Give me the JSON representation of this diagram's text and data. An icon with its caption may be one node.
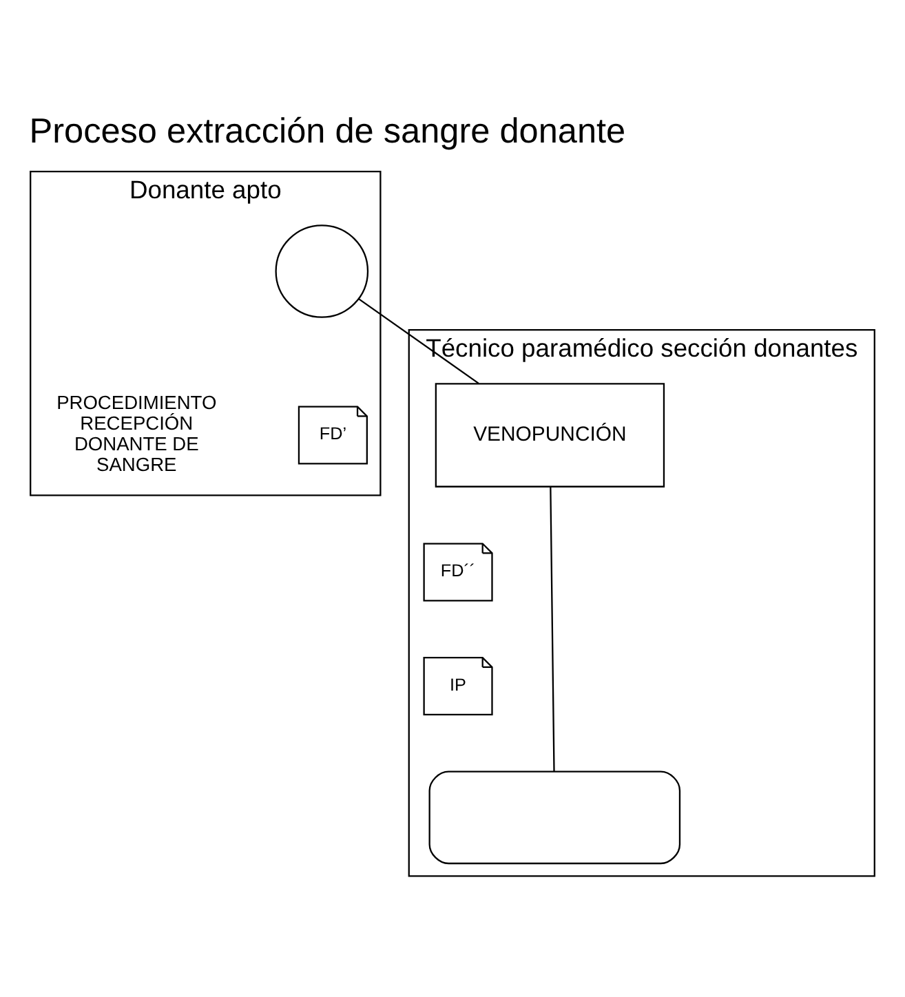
{
  "diagram": {
    "title": "Proceso extracción de sangre donante",
    "nodes": [
      {
        "text": [
          "Donante apto"
        ]
      },
      {
        "text": [
          "Técnico paramédico sección donantes"
        ]
      },
      {
        "text": [],
        "shape": "circle",
        "in": 0
      },
      {
        "text": [
          "FD’"
        ],
        "in": 0
      },
      {
        "text": [
          "VENOPUNCIÓN"
        ],
        "in": 1
      },
      {
        "text": [
          "FD´´"
        ],
        "in": 1
      },
      {
        "text": [
          "IP"
        ],
        "in": 1
      },
      {
        "text": [],
        "shape": "oval",
        "in": 1
      }
    ],
    "edges": [
      {
        "from": 2,
        "to": 4,
        "arrow": "none"
      },
      {
        "from": 4,
        "to": 7,
        "arrow": "none"
      }
    ],
    "labels": [
      "PROCEDIMIENTO RECEPCIÓN DONANTE DE SANGRE"
    ]
  }
}
